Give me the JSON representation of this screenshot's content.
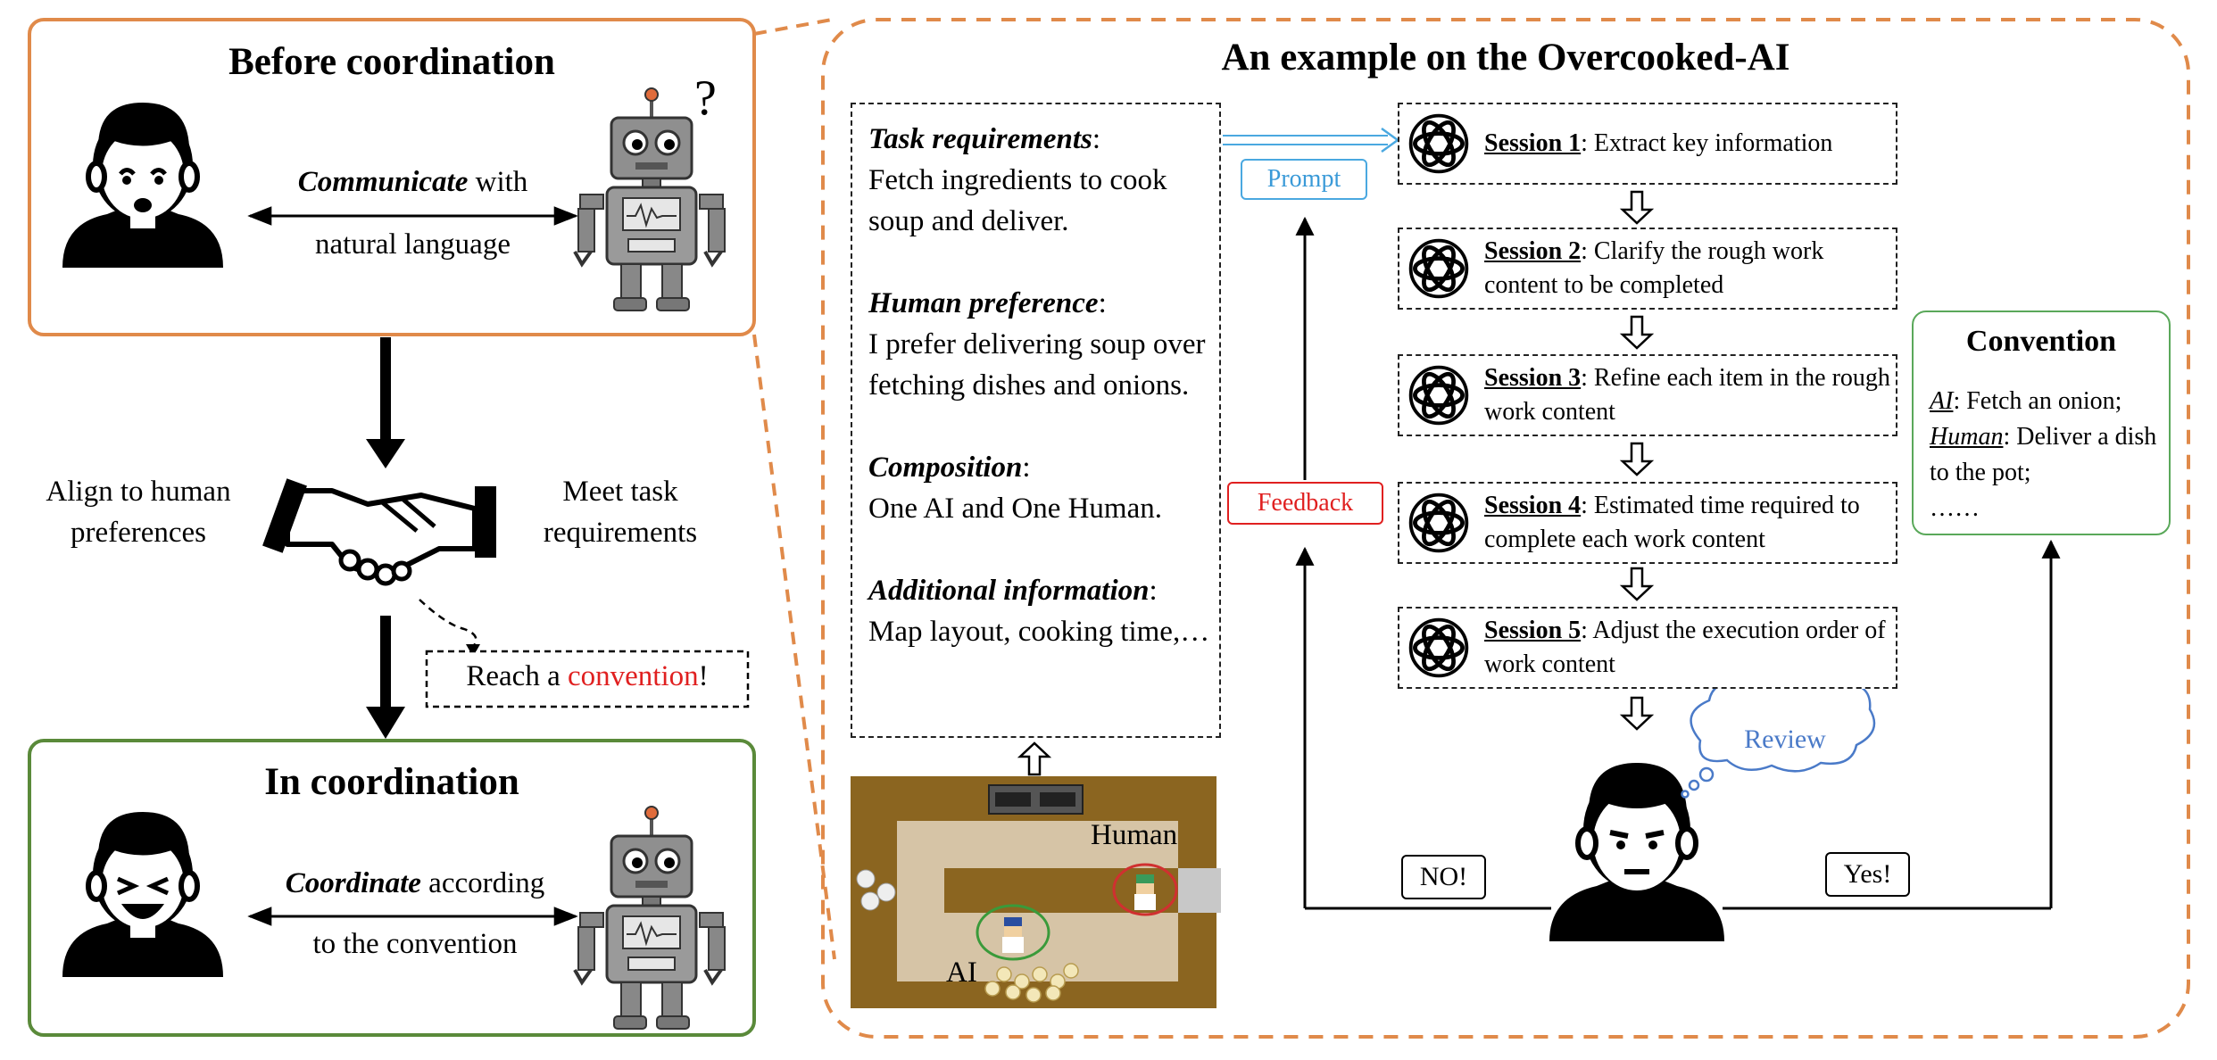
{
  "left": {
    "before_title": "Before coordination",
    "communicate_em": "Communicate",
    "communicate_rest": " with",
    "communicate_line2": "natural language",
    "align_line1": "Align to human",
    "align_line2": "preferences",
    "meet_line1": "Meet task",
    "meet_line2": "requirements",
    "reach_pre": "Reach a ",
    "reach_word": "convention",
    "reach_post": "!",
    "in_title": "In coordination",
    "coordinate_em": "Coordinate",
    "coordinate_rest": " according",
    "coordinate_line2": "to the convention",
    "question_mark": "?"
  },
  "right": {
    "title": "An example on the Overcooked-AI",
    "prompt_label": "Prompt",
    "feedback_label": "Feedback",
    "task_req_label": "Task requirements",
    "task_req_text": "Fetch ingredients to cook soup and deliver.",
    "human_pref_label": "Human preference",
    "human_pref_text": "I prefer delivering soup over fetching dishes and onions.",
    "composition_label": "Composition",
    "composition_text": "One AI and One Human.",
    "additional_label": "Additional information",
    "additional_text": "Map layout, cooking time,…",
    "colon": ":",
    "sessions": [
      {
        "name": "Session 1",
        "text": ": Extract key information"
      },
      {
        "name": "Session 2",
        "text": ": Clarify the rough work content to be completed"
      },
      {
        "name": "Session 3",
        "text": ": Refine each item in the rough work content"
      },
      {
        "name": "Session 4",
        "text": ": Estimated time required to complete each work content"
      },
      {
        "name": "Session 5",
        "text": ": Adjust the execution order of work content"
      }
    ],
    "convention_title": "Convention",
    "convention_ai_role": "AI",
    "convention_ai_text": ": Fetch an onion;",
    "convention_human_role": "Human",
    "convention_human_text": ": Deliver a dish to the pot;",
    "convention_more": "……",
    "review_label": "Review",
    "no_label": "NO!",
    "yes_label": "Yes!",
    "map_human_label": "Human",
    "map_ai_label": "AI"
  },
  "colors": {
    "orange": "#e08a4a",
    "green": "#5a8a3a",
    "red": "#e02020",
    "blue": "#3a9ad8",
    "review_blue": "#4a7ac8",
    "map_brown": "#8b6520",
    "map_tan": "#d6c4a6"
  }
}
